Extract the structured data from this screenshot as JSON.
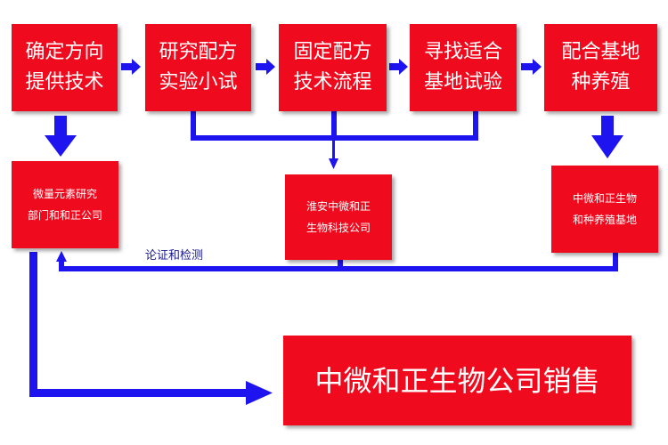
{
  "top_row": [
    {
      "label": "确定方向\n提供技术"
    },
    {
      "label": "研究配方\n实验小试"
    },
    {
      "label": "固定配方\n技术流程"
    },
    {
      "label": "寻找适合\n基地试验"
    },
    {
      "label": "配合基地\n种养殖"
    }
  ],
  "middle_row": [
    {
      "label": "微量元素研究\n部门和和正公司"
    },
    {
      "label": "淮安中微和正\n生物科技公司"
    },
    {
      "label": "中微和正生物\n和种养殖基地"
    }
  ],
  "feedback_label": "论证和检测",
  "final_box": {
    "label": "中微和正生物公司销售"
  },
  "colors": {
    "box": "#f00a1e",
    "arrow": "#1e14f0",
    "text": "#ffffff"
  }
}
